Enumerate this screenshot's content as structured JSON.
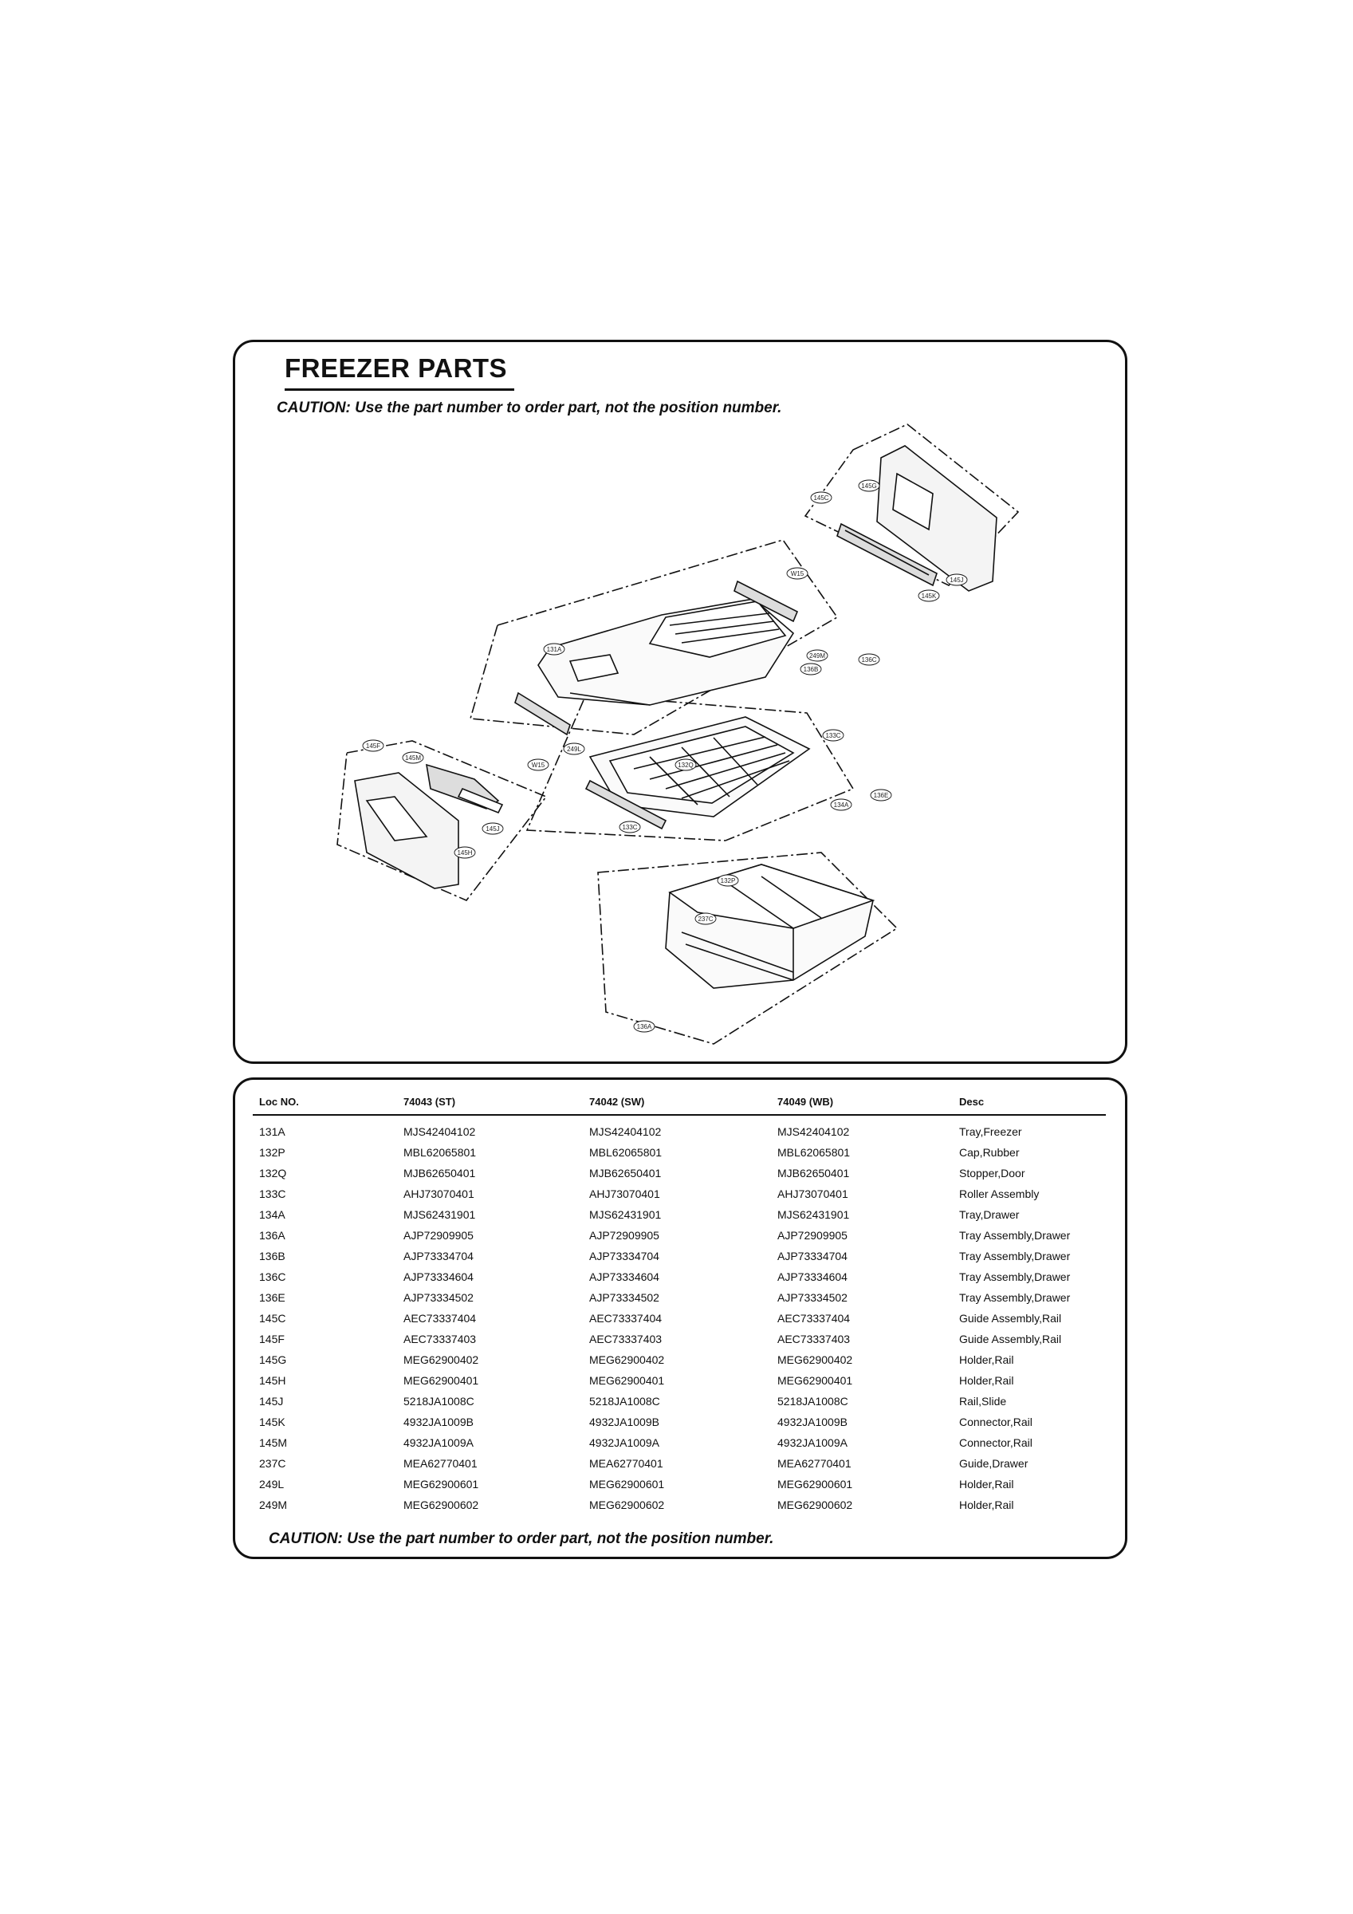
{
  "page": {
    "title": "FREEZER PARTS",
    "caution_top": "CAUTION: Use the part number to order part, not the position number.",
    "caution_bottom": "CAUTION: Use the part number to order part, not the position number."
  },
  "diagram": {
    "callouts": [
      "145C",
      "145G",
      "145K",
      "145J",
      "W15",
      "131A",
      "249M",
      "136B",
      "136C",
      "145F",
      "145M",
      "W15",
      "249L",
      "133C",
      "132Q",
      "136E",
      "134A",
      "133C",
      "132P",
      "237C",
      "136A",
      "145J",
      "145H"
    ]
  },
  "table": {
    "headers": [
      "Loc NO.",
      "74043 (ST)",
      "74042 (SW)",
      "74049 (WB)",
      "Desc"
    ],
    "rows": [
      [
        "131A",
        "MJS42404102",
        "MJS42404102",
        "MJS42404102",
        "Tray,Freezer"
      ],
      [
        "132P",
        "MBL62065801",
        "MBL62065801",
        "MBL62065801",
        "Cap,Rubber"
      ],
      [
        "132Q",
        "MJB62650401",
        "MJB62650401",
        "MJB62650401",
        "Stopper,Door"
      ],
      [
        "133C",
        "AHJ73070401",
        "AHJ73070401",
        "AHJ73070401",
        "Roller Assembly"
      ],
      [
        "134A",
        "MJS62431901",
        "MJS62431901",
        "MJS62431901",
        "Tray,Drawer"
      ],
      [
        "136A",
        "AJP72909905",
        "AJP72909905",
        "AJP72909905",
        "Tray Assembly,Drawer"
      ],
      [
        "136B",
        "AJP73334704",
        "AJP73334704",
        "AJP73334704",
        "Tray Assembly,Drawer"
      ],
      [
        "136C",
        "AJP73334604",
        "AJP73334604",
        "AJP73334604",
        "Tray Assembly,Drawer"
      ],
      [
        "136E",
        "AJP73334502",
        "AJP73334502",
        "AJP73334502",
        "Tray Assembly,Drawer"
      ],
      [
        "145C",
        "AEC73337404",
        "AEC73337404",
        "AEC73337404",
        "Guide Assembly,Rail"
      ],
      [
        "145F",
        "AEC73337403",
        "AEC73337403",
        "AEC73337403",
        "Guide Assembly,Rail"
      ],
      [
        "145G",
        "MEG62900402",
        "MEG62900402",
        "MEG62900402",
        "Holder,Rail"
      ],
      [
        "145H",
        "MEG62900401",
        "MEG62900401",
        "MEG62900401",
        "Holder,Rail"
      ],
      [
        "145J",
        "5218JA1008C",
        "5218JA1008C",
        "5218JA1008C",
        "Rail,Slide"
      ],
      [
        "145K",
        "4932JA1009B",
        "4932JA1009B",
        "4932JA1009B",
        "Connector,Rail"
      ],
      [
        "145M",
        "4932JA1009A",
        "4932JA1009A",
        "4932JA1009A",
        "Connector,Rail"
      ],
      [
        "237C",
        "MEA62770401",
        "MEA62770401",
        "MEA62770401",
        "Guide,Drawer"
      ],
      [
        "249L",
        "MEG62900601",
        "MEG62900601",
        "MEG62900601",
        "Holder,Rail"
      ],
      [
        "249M",
        "MEG62900602",
        "MEG62900602",
        "MEG62900602",
        "Holder,Rail"
      ]
    ]
  }
}
